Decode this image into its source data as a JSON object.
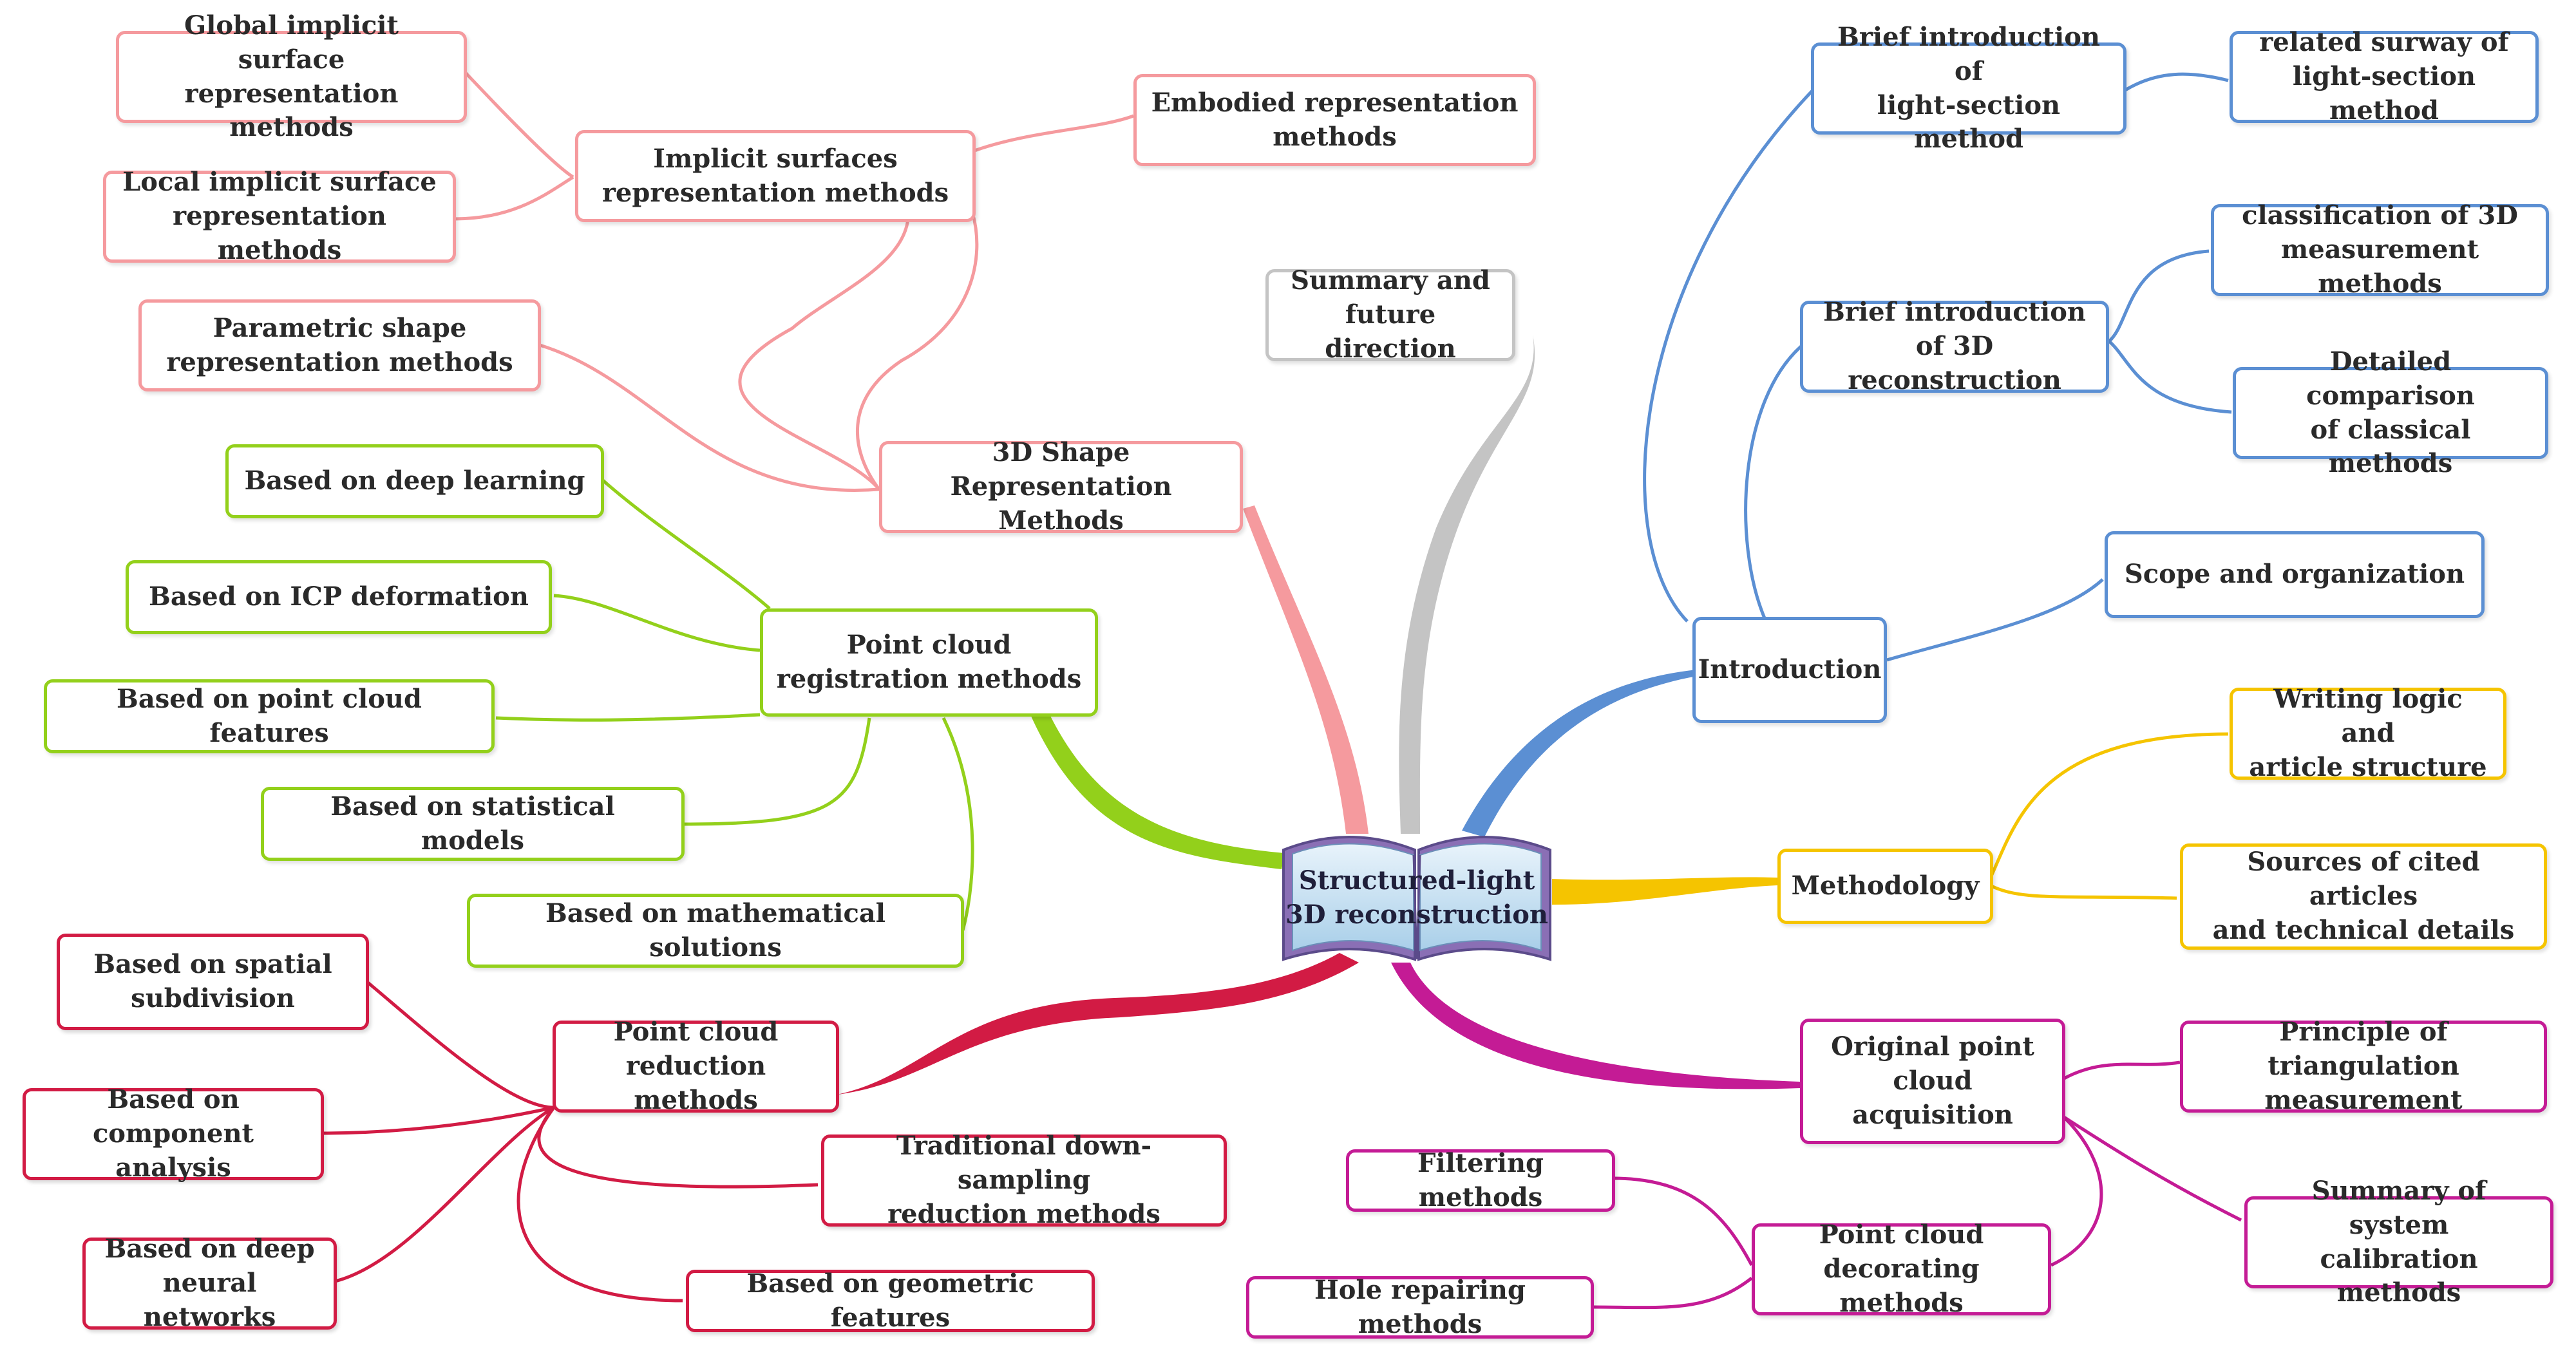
{
  "center": {
    "label": "Structured-light\n3D reconstruction"
  },
  "branches": {
    "introduction": {
      "label": "Introduction",
      "color": "#5b8fd3",
      "children": {
        "light_section": {
          "label": "Brief introduction of\nlight-section method",
          "children": {
            "survey": {
              "label": "related surway of\nlight-section method"
            }
          }
        },
        "recon3d": {
          "label": "Brief introduction\nof 3D reconstruction",
          "children": {
            "classification": {
              "label": "classification of 3D\nmeasurement methods"
            },
            "comparison": {
              "label": "Detailed comparison\nof classical methods"
            }
          }
        },
        "scope": {
          "label": "Scope and organization"
        }
      }
    },
    "methodology": {
      "label": "Methodology",
      "color": "#f5c400",
      "children": {
        "writing": {
          "label": "Writing logic and\narticle structure"
        },
        "sources": {
          "label": "Sources of cited articles\nand technical details"
        }
      }
    },
    "acquisition": {
      "label": "Original point\ncloud acquisition",
      "color": "#c41b95",
      "children": {
        "triangulation": {
          "label": "Principle of triangulation\nmeasurement"
        },
        "calibration": {
          "label": "Summary of system\ncalibration methods"
        },
        "decorating": {
          "label": "Point cloud\ndecorating methods",
          "children": {
            "filtering": {
              "label": "Filtering methods"
            },
            "hole": {
              "label": "Hole repairing methods"
            }
          }
        }
      }
    },
    "reduction": {
      "label": "Point cloud\nreduction methods",
      "color": "#d21b44",
      "children": {
        "spatial": {
          "label": "Based on spatial\nsubdivision"
        },
        "component": {
          "label": "Based on\ncomponent analysis"
        },
        "dnn": {
          "label": "Based on deep\nneural networks"
        },
        "downsampling": {
          "label": "Traditional down-sampling\nreduction methods"
        },
        "geometric": {
          "label": "Based on geometric features"
        }
      }
    },
    "registration": {
      "label": "Point cloud\nregistration methods",
      "color": "#93d01b",
      "children": {
        "deep": {
          "label": "Based on deep learning"
        },
        "icp": {
          "label": "Based on ICP deformation"
        },
        "features": {
          "label": "Based on point cloud features"
        },
        "statistical": {
          "label": "Based on statistical models"
        },
        "math": {
          "label": "Based on mathematical solutions"
        }
      }
    },
    "shape": {
      "label": "3D Shape\nRepresentation Methods",
      "color": "#f59a9e",
      "children": {
        "embodied": {
          "label": "Embodied representation\nmethods"
        },
        "implicit": {
          "label": "Implicit surfaces\nrepresentation methods",
          "children": {
            "global": {
              "label": "Global implicit surface\nrepresentation methods"
            },
            "local": {
              "label": "Local implicit surface\nrepresentation methods"
            }
          }
        },
        "parametric": {
          "label": "Parametric shape\nrepresentation methods"
        }
      }
    },
    "summary": {
      "label": "Summary and\nfuture direction",
      "color": "#c4c4c4"
    }
  }
}
